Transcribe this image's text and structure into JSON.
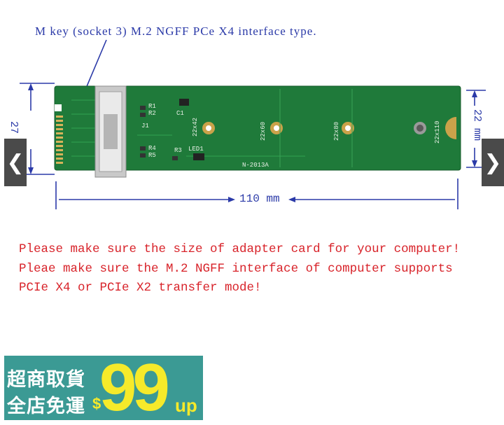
{
  "product_image": {
    "caption": "M key (socket 3) M.2 NGFF PCe X4 interface type.",
    "dimensions": {
      "height_left": "27 mm",
      "height_right": "22 mm",
      "length": "110 mm"
    },
    "board_labels": {
      "model": "N-2013A",
      "led": "LED1",
      "j1": "J1",
      "c1": "C1",
      "r1": "R1",
      "r2": "R2",
      "r3": "R3",
      "r4": "R4",
      "r5": "R5",
      "mount_42": "22x42",
      "mount_60": "22x60",
      "mount_80": "22x80",
      "mount_110": "22x110"
    },
    "warnings": [
      "Please make sure the size of adapter card for your computer!",
      "Pleae make sure the M.2 NGFF interface of computer supports",
      "PCIe X4 or PCIe X2 transfer mode!"
    ]
  },
  "gallery": {
    "prev_icon": "chevron-left-icon",
    "next_icon": "chevron-right-icon",
    "prev_glyph": "❮",
    "next_glyph": "❯"
  },
  "promo_banner": {
    "line1": "超商取貨",
    "line2": "全店免運",
    "currency": "$",
    "amount": "99",
    "suffix": "up"
  },
  "colors": {
    "board_green": "#1f7a3a",
    "caption_blue": "#2b3aa8",
    "warning_red": "#d8232a",
    "promo_teal": "#3b9a94",
    "promo_yellow": "#f6ea2a"
  }
}
